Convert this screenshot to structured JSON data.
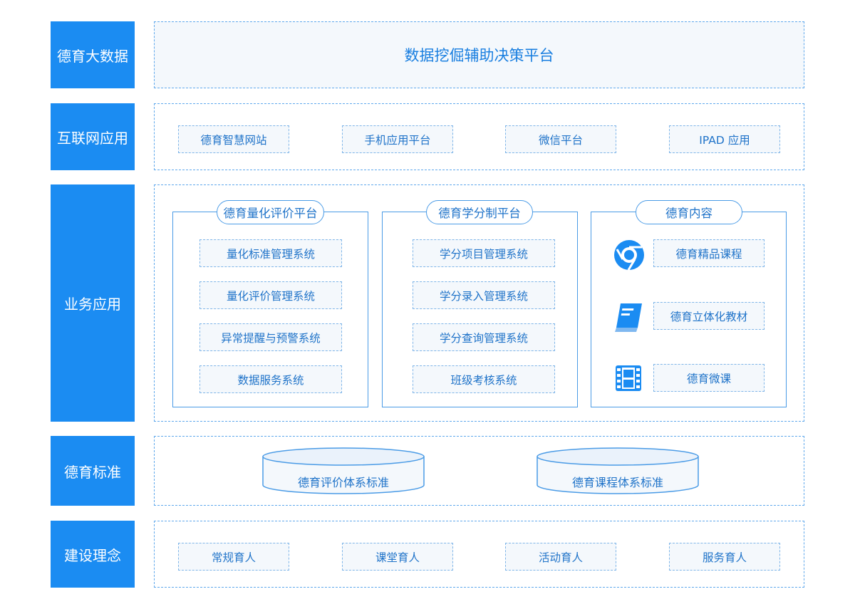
{
  "layers": [
    {
      "label": "德育大数据"
    },
    {
      "label": "互联网应用"
    },
    {
      "label": "业务应用"
    },
    {
      "label": "德育标准"
    },
    {
      "label": "建设理念"
    }
  ],
  "big_data": {
    "title": "数据挖倔辅助决策平台"
  },
  "internet_apps": [
    "德育智慧网站",
    "手机应用平台",
    "微信平台",
    "IPAD 应用"
  ],
  "business": {
    "groups": [
      {
        "title": "德育量化评价平台",
        "items": [
          "量化标准管理系统",
          "量化评价管理系统",
          "异常提醒与预警系统",
          "数据服务系统"
        ]
      },
      {
        "title": "德育学分制平台",
        "items": [
          "学分项目管理系统",
          "学分录入管理系统",
          "学分查询管理系统",
          "班级考核系统"
        ]
      },
      {
        "title": "德育内容",
        "items": [
          {
            "icon": "chrome-icon",
            "label": "德育精品课程"
          },
          {
            "icon": "book-icon",
            "label": "德育立体化教材"
          },
          {
            "icon": "film-icon",
            "label": "德育微课"
          }
        ]
      }
    ]
  },
  "standards": [
    "德育评价体系标准",
    "德育课程体系标准"
  ],
  "concepts": [
    "常规育人",
    "课堂育人",
    "活动育人",
    "服务育人"
  ],
  "colors": {
    "accent": "#1b8cf2",
    "border": "#5fa8ec",
    "text": "#1f73c9",
    "panel_bg": "#f4f8fc"
  }
}
